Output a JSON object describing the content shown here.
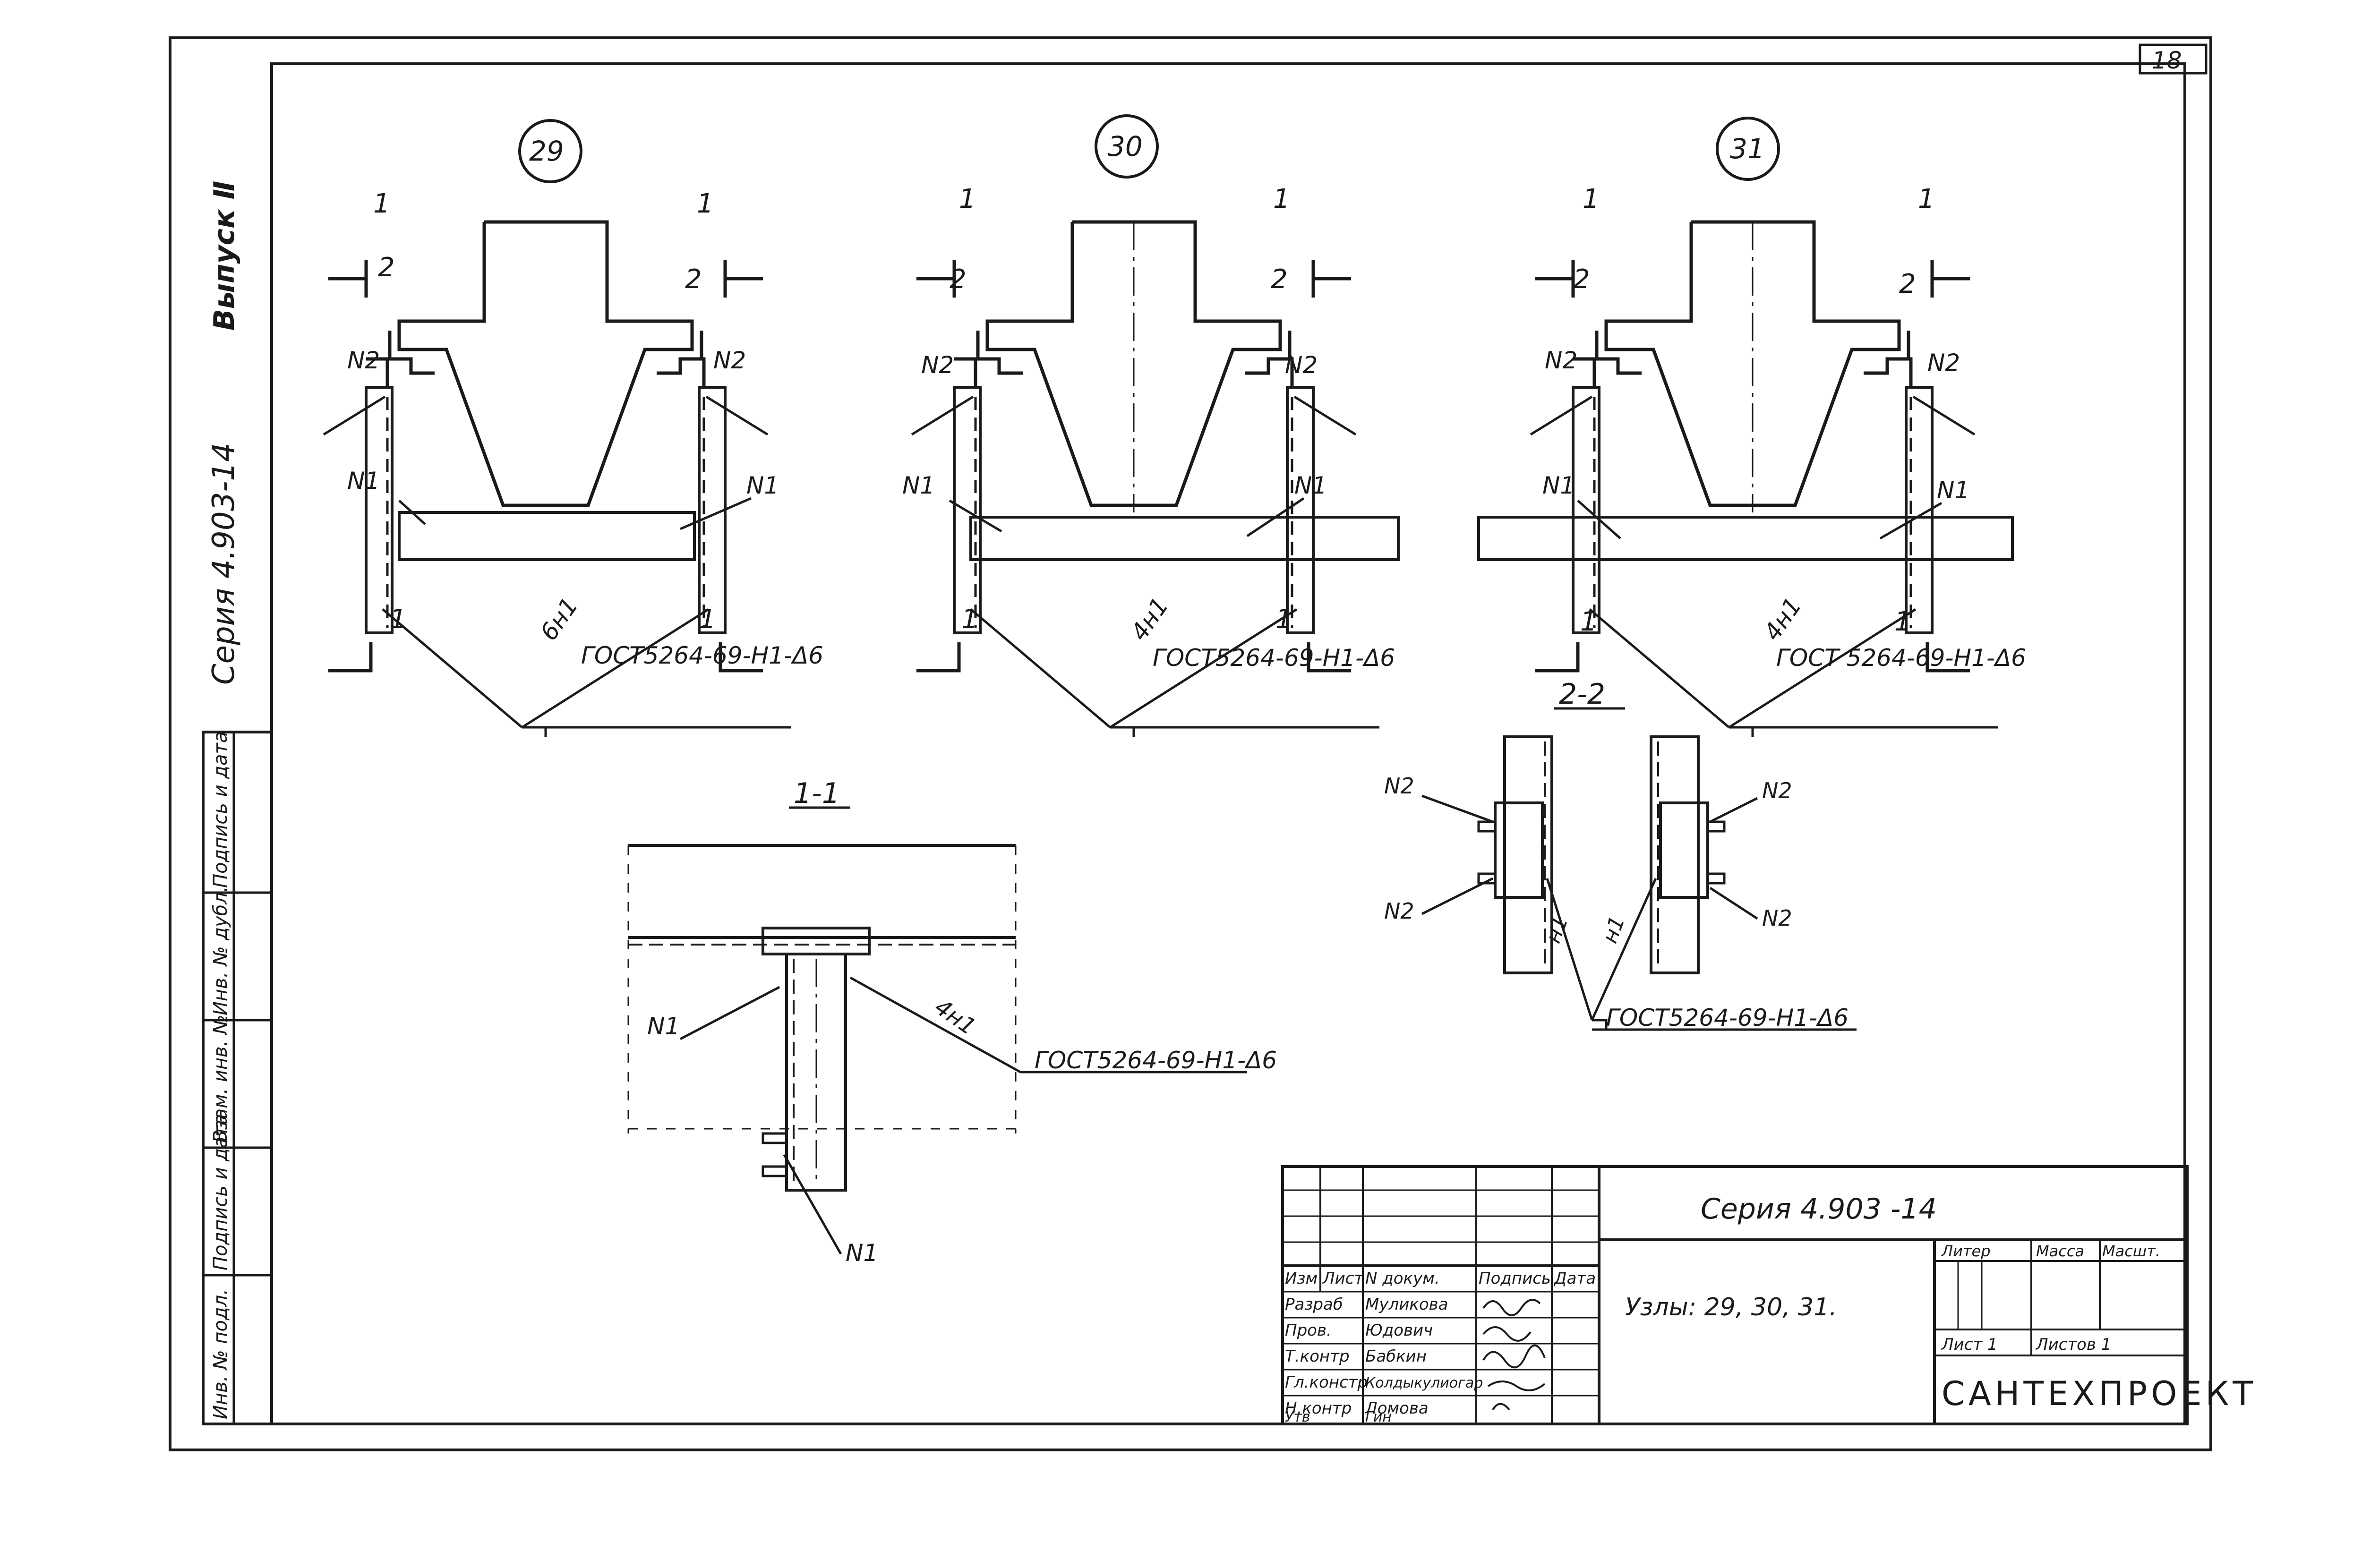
{
  "sheet": {
    "page_number": "18",
    "series_text": "Серия 4.903-14",
    "vypusk_text": "Выпуск Ⅱ"
  },
  "left_stamp": {
    "fields": [
      "Подпись и дата",
      "Инв. № дубл.",
      "Взам. инв. №",
      "Подпись и дата",
      "Инв. № подл."
    ]
  },
  "nodes": [
    {
      "label": "29",
      "weld_count": "6н1",
      "gost": "ГОСТ5264-69-Н1-Δ6"
    },
    {
      "label": "30",
      "weld_count": "4н1",
      "gost": "ГОСТ5264-69-Н1-Δ6"
    },
    {
      "label": "31",
      "weld_count": "4н1",
      "gost": "ГОСТ 5264-69-Н1-Δ6"
    }
  ],
  "marks": {
    "cut1": "1",
    "cut2": "2",
    "n1": "N1",
    "n2": "N2"
  },
  "section_1_1": {
    "title": "1-1",
    "weld_count": "4н1",
    "gost": "ГОСТ5264-69-Н1-Δ6"
  },
  "section_2_2": {
    "title": "2-2",
    "weld_a": "н1",
    "weld_b": "н1",
    "gost": "ГОСТ5264-69-Н1-Δ6"
  },
  "title_block": {
    "series": "Серия    4.903 -14",
    "description": "Узлы: 29, 30, 31.",
    "headers": {
      "izm": "Изм",
      "list": "Лист",
      "doc": "N докум.",
      "sign": "Подпись",
      "date": "Дата"
    },
    "people": [
      {
        "role": "Разраб",
        "name": "Муликова"
      },
      {
        "role": "Пров.",
        "name": "Юдович"
      },
      {
        "role": "Т.контр",
        "name": "Бабкин"
      },
      {
        "role": "Гл.констр",
        "name": "Колдыкулиогар"
      },
      {
        "role": "Н.контр",
        "name": "Ломова"
      },
      {
        "role": "Утв",
        "name": "Гин"
      }
    ],
    "liter": "Литер",
    "massa": "Масса",
    "masshtab": "Масшт.",
    "sheet_label": "Лист 1",
    "sheets_label": "Листов 1",
    "org": "САНТЕХПРОЕКТ"
  }
}
